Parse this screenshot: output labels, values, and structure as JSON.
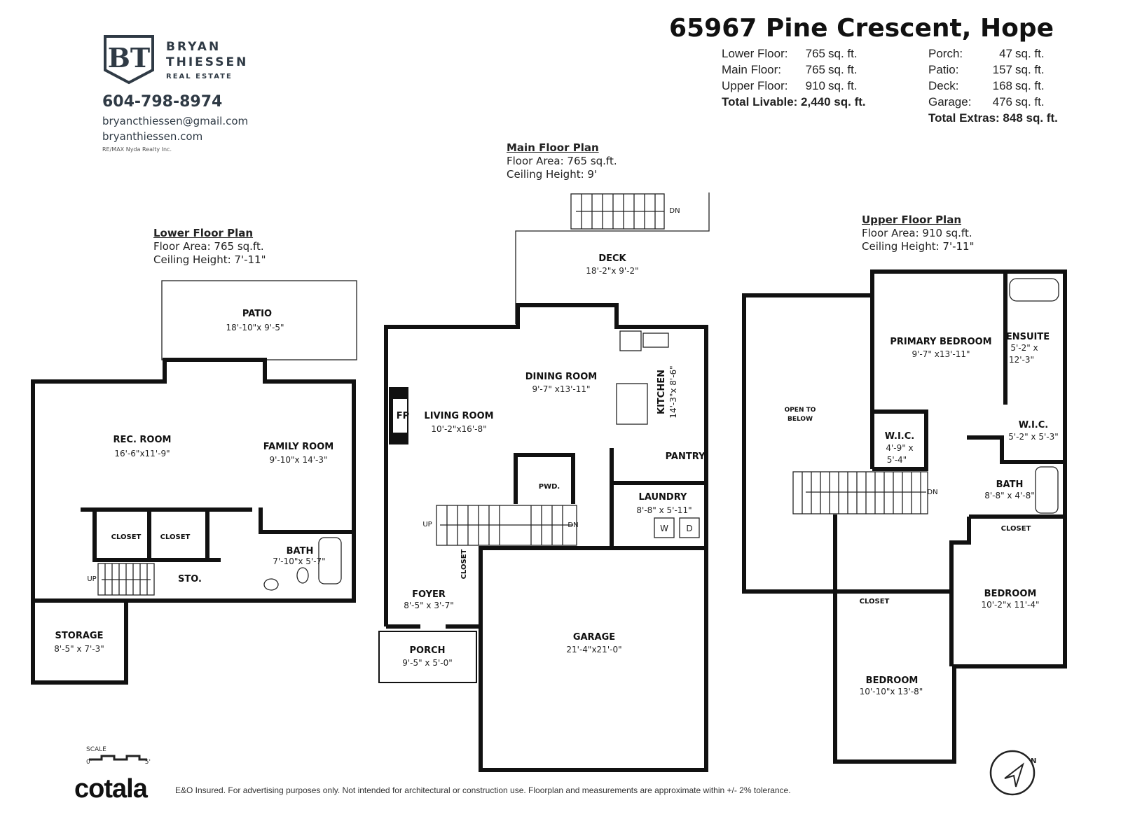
{
  "branding": {
    "logo_letters": "BT",
    "name_line1": "BRYAN",
    "name_line2": "THIESSEN",
    "subtitle": "REAL ESTATE",
    "phone": "604-798-8974",
    "email": "bryancthiessen@gmail.com",
    "website": "bryanthiessen.com",
    "brokerage": "RE/MAX Nyda Realty Inc.",
    "color": "#2f3a45"
  },
  "header": {
    "address": "65967 Pine Crescent, Hope",
    "livable": [
      {
        "label": "Lower Floor:",
        "value": "765",
        "unit": "sq. ft."
      },
      {
        "label": "Main Floor:",
        "value": "765",
        "unit": "sq. ft."
      },
      {
        "label": "Upper Floor:",
        "value": "910",
        "unit": "sq. ft."
      }
    ],
    "total_livable": "Total Livable: 2,440 sq. ft.",
    "extras": [
      {
        "label": "Porch:",
        "value": "47",
        "unit": "sq. ft."
      },
      {
        "label": "Patio:",
        "value": "157",
        "unit": "sq. ft."
      },
      {
        "label": "Deck:",
        "value": "168",
        "unit": "sq. ft."
      },
      {
        "label": "Garage:",
        "value": "476",
        "unit": "sq. ft."
      }
    ],
    "total_extras": "Total Extras: 848 sq. ft."
  },
  "plans": {
    "lower": {
      "title": "Lower Floor Plan",
      "area": "Floor Area: 765 sq.ft.",
      "ceiling": "Ceiling Height: 7'-11\"",
      "rooms": {
        "patio": {
          "name": "PATIO",
          "size": "18'-10\"x 9'-5\""
        },
        "rec": {
          "name": "REC. ROOM",
          "size": "16'-6\"x11'-9\""
        },
        "family": {
          "name": "FAMILY ROOM",
          "size": "9'-10\"x 14'-3\""
        },
        "closet1": {
          "name": "CLOSET"
        },
        "closet2": {
          "name": "CLOSET"
        },
        "sto": {
          "name": "STO."
        },
        "bath": {
          "name": "BATH",
          "size": "7'-10\"x 5'-7\""
        },
        "storage": {
          "name": "STORAGE",
          "size": "8'-5\" x 7'-3\""
        },
        "up": "UP"
      }
    },
    "main": {
      "title": "Main Floor Plan",
      "area": "Floor Area: 765 sq.ft.",
      "ceiling": "Ceiling Height: 9'",
      "rooms": {
        "deck": {
          "name": "DECK",
          "size": "18'-2\"x 9'-2\""
        },
        "dining": {
          "name": "DINING ROOM",
          "size": "9'-7\" x13'-11\""
        },
        "living": {
          "name": "LIVING ROOM",
          "size": "10'-2\"x16'-8\""
        },
        "kitchen": {
          "name": "KITCHEN",
          "size": "14'-3\"x 8'-6\""
        },
        "fp": {
          "name": "FP"
        },
        "pwd": {
          "name": "PWD."
        },
        "pantry": {
          "name": "PANTRY"
        },
        "laundry": {
          "name": "LAUNDRY",
          "size": "8'-8\" x 5'-11\""
        },
        "washer": "W",
        "dryer": "D",
        "closet": {
          "name": "CLOSET"
        },
        "foyer": {
          "name": "FOYER",
          "size": "8'-5\" x 3'-7\""
        },
        "porch": {
          "name": "PORCH",
          "size": "9'-5\" x 5'-0\""
        },
        "garage": {
          "name": "GARAGE",
          "size": "21'-4\"x21'-0\""
        },
        "up": "UP",
        "dn": "DN",
        "deck_dn": "DN"
      }
    },
    "upper": {
      "title": "Upper Floor Plan",
      "area": "Floor Area: 910 sq.ft.",
      "ceiling": "Ceiling Height: 7'-11\"",
      "rooms": {
        "open": {
          "line1": "OPEN TO",
          "line2": "BELOW"
        },
        "primary": {
          "name": "PRIMARY BEDROOM",
          "size": "9'-7\" x13'-11\""
        },
        "ensuite": {
          "name": "ENSUITE",
          "size1": "5'-2\" x",
          "size2": "12'-3\""
        },
        "wic1": {
          "name": "W.I.C.",
          "size1": "4'-9\" x",
          "size2": "5'-4\""
        },
        "wic2": {
          "name": "W.I.C.",
          "size": "5'-2\" x 5'-3\""
        },
        "bath": {
          "name": "BATH",
          "size": "8'-8\" x 4'-8\""
        },
        "closet1": {
          "name": "CLOSET"
        },
        "closet2": {
          "name": "CLOSET"
        },
        "bedroom1": {
          "name": "BEDROOM",
          "size": "10'-2\"x 11'-4\""
        },
        "bedroom2": {
          "name": "BEDROOM",
          "size": "10'-10\"x 13'-8\""
        },
        "dn": "DN"
      }
    }
  },
  "scale": {
    "label": "SCALE",
    "min": "0'",
    "max": "5'"
  },
  "footer": {
    "logo": "cotala",
    "disclaimer": "E&O Insured. For advertising purposes only. Not intended for architectural or construction use. Floorplan and measurements are approximate within +/- 2% tolerance."
  },
  "compass": {
    "label": "N",
    "icon": "north-arrow-icon"
  }
}
